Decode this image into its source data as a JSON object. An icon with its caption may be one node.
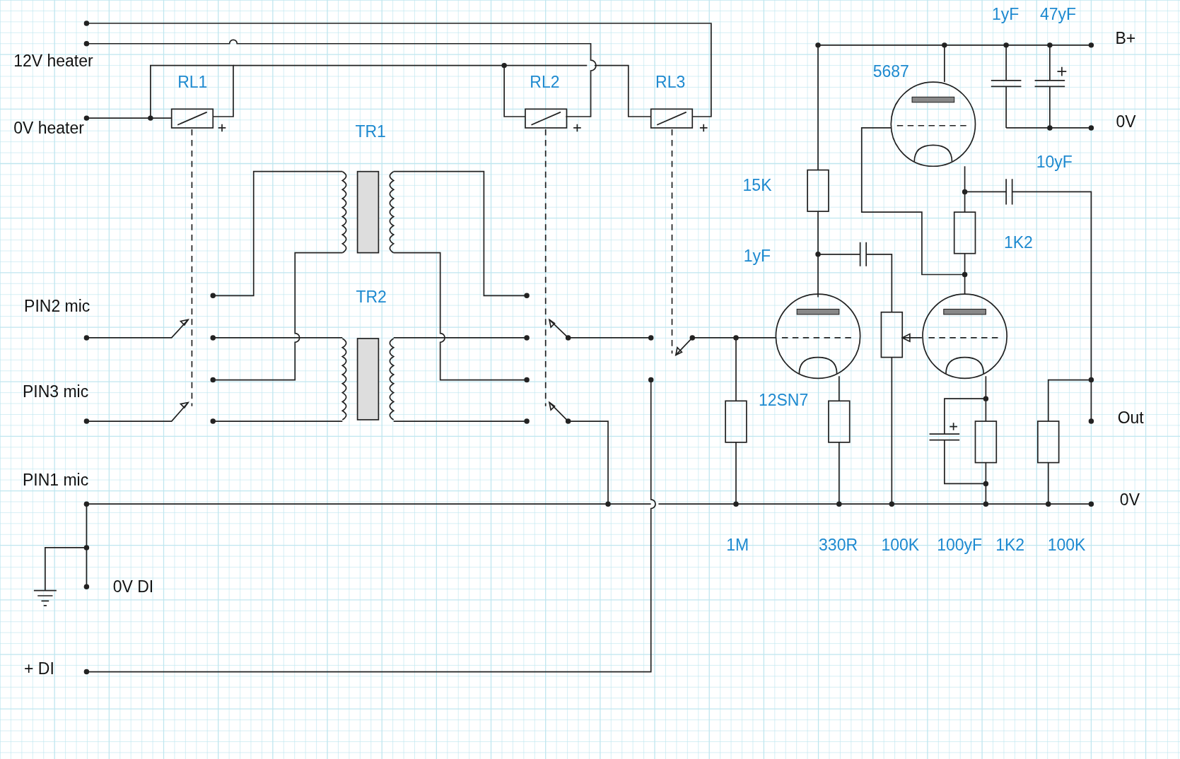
{
  "diagram": {
    "labels": [
      "1yF",
      "47yF",
      "B+",
      "12V heater",
      "5687",
      "RL1",
      "RL2",
      "RL3",
      "0V heater",
      "0V",
      "TR1",
      "10yF",
      "15K",
      "1K2",
      "1yF",
      "PIN2 mic",
      "TR2",
      "12SN7",
      "PIN3 mic",
      "Out",
      "PIN1 mic",
      "0V",
      "1M",
      "330R",
      "100K",
      "100yF",
      "1K2",
      "100K",
      "0V DI",
      "+ DI"
    ]
  }
}
